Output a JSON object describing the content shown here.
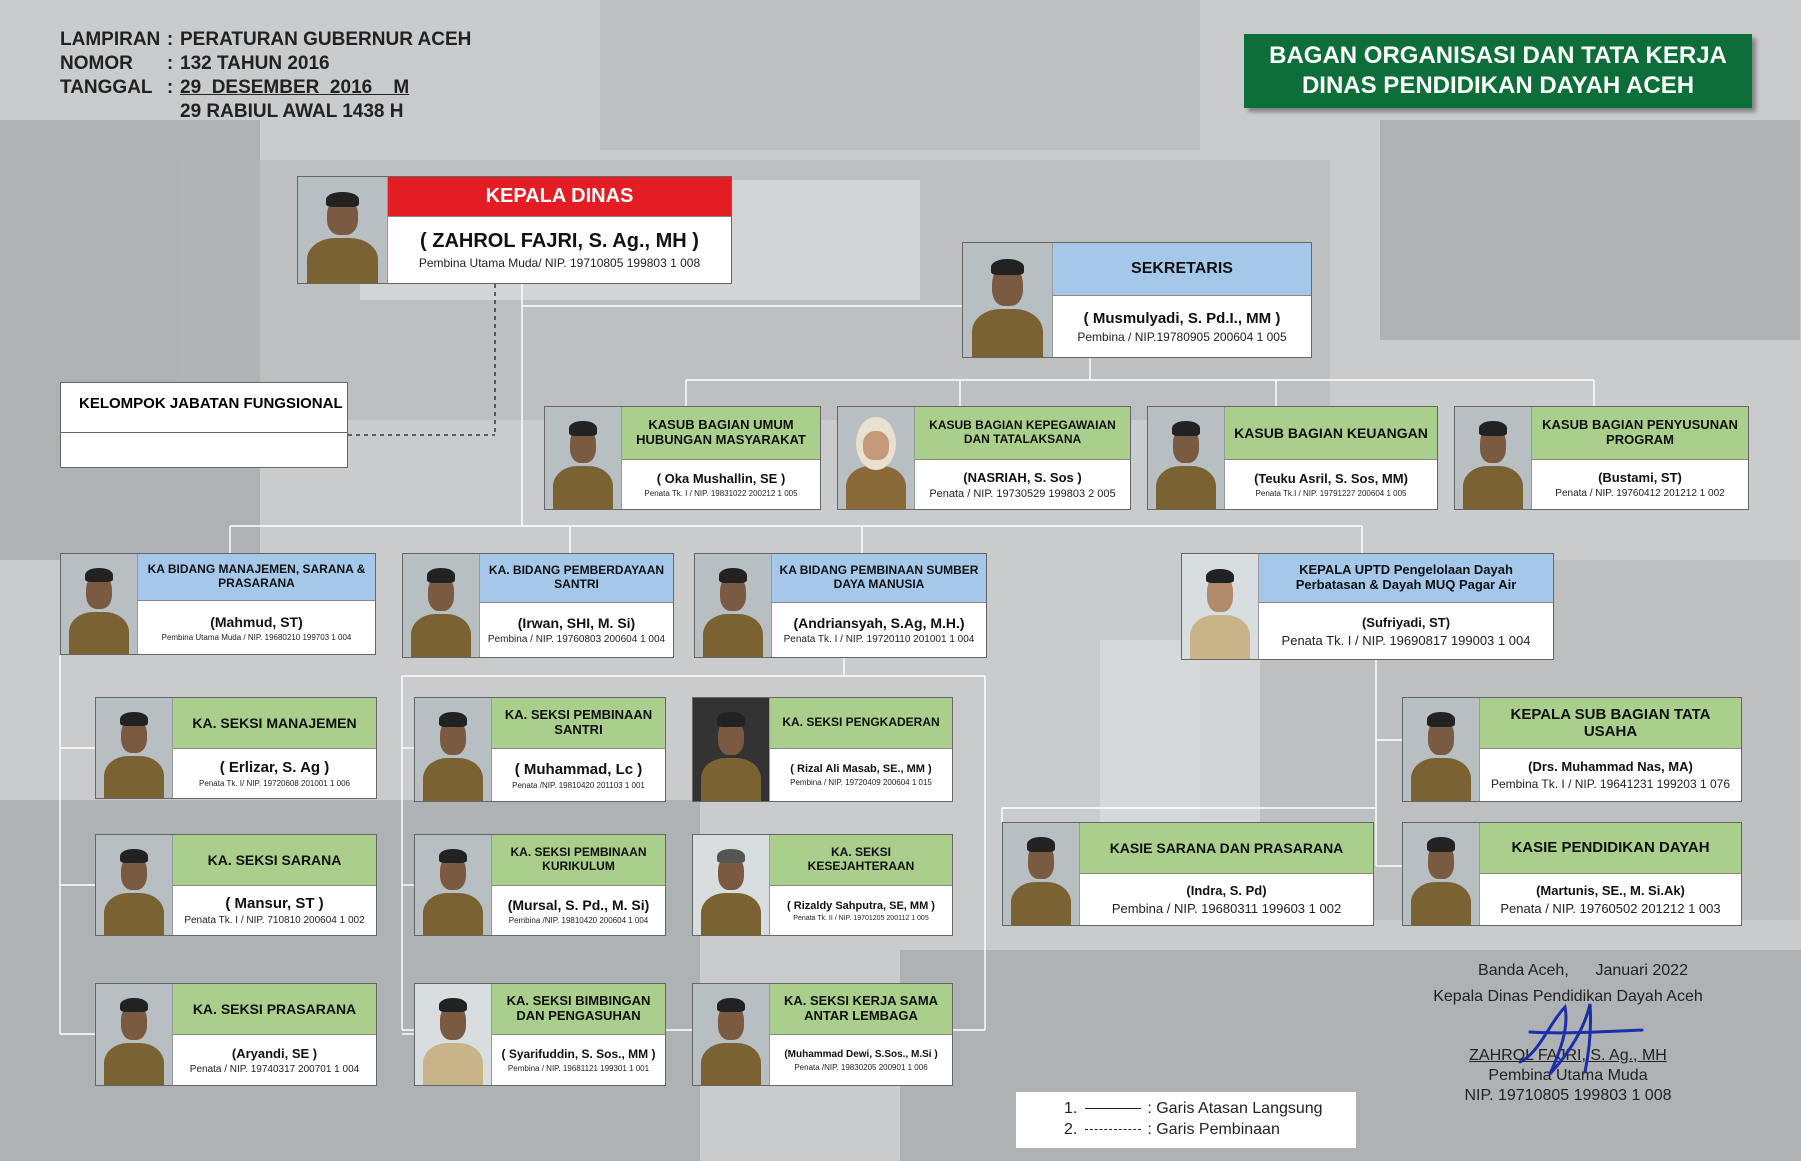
{
  "header": {
    "lampiran_key": "LAMPIRAN",
    "lampiran_val": "PERATURAN GUBERNUR ACEH",
    "nomor_key": "NOMOR",
    "nomor_val": "132 TAHUN 2016",
    "tanggal_key": "TANGGAL",
    "tanggal_val": "29  DESEMBER  2016    M",
    "tanggal_hijri": "29 RABIUL AWAL 1438 H",
    "colon": ":"
  },
  "title": {
    "line1": "BAGAN ORGANISASI DAN TATA KERJA",
    "line2": "DINAS PENDIDIKAN DAYAH ACEH"
  },
  "fungsional": {
    "label": "KELOMPOK JABATAN FUNGSIONAL"
  },
  "units": {
    "kepala": {
      "label": "KEPALA DINAS",
      "name": "( ZAHROL FAJRI, S. Ag., MH )",
      "nip": "Pembina Utama Muda/ NIP. 19710805 199803 1 008"
    },
    "sekretaris": {
      "label": "SEKRETARIS",
      "name": "( Musmulyadi, S. Pd.I., MM )",
      "nip": "Pembina  / NIP.19780905 200604 1 005"
    },
    "umum": {
      "label": "KASUB BAGIAN UMUM HUBUNGAN MASYARAKAT",
      "name": "( Oka Mushallin, SE )",
      "nip": "Penata Tk. I  / NIP. 19831022 200212 1 005"
    },
    "kepegawaian": {
      "label": "KASUB BAGIAN KEPEGAWAIAN DAN TATALAKSANA",
      "name": "(NASRIAH, S. Sos )",
      "nip": "Penata / NIP. 19730529 199803 2 005"
    },
    "keuangan": {
      "label": "KASUB BAGIAN KEUANGAN",
      "name": "(Teuku Asril, S. Sos, MM)",
      "nip": "Penata Tk.I / NIP. 19791227 200604 1 005"
    },
    "program": {
      "label": "KASUB BAGIAN PENYUSUNAN PROGRAM",
      "name": "(Bustami, ST)",
      "nip": "Penata /  NIP. 19760412 201212 1 002"
    },
    "manajemen": {
      "label": "KA BIDANG MANAJEMEN, SARANA & PRASARANA",
      "name": "(Mahmud, ST)",
      "nip": "Pembina Utama Muda / NIP. 19680210 199703 1 004"
    },
    "pemberdayaan": {
      "label": "KA. BIDANG PEMBERDAYAAN SANTRI",
      "name": "(Irwan, SHI, M. Si)",
      "nip": "Pembina /  NIP. 19760803 200604 1 004"
    },
    "sdm": {
      "label": "KA BIDANG PEMBINAAN SUMBER DAYA MANUSIA",
      "name": "(Andriansyah, S.Ag, M.H.)",
      "nip": "Penata Tk. I  / NIP. 19720110 201001 1 004"
    },
    "uptd": {
      "label": "KEPALA UPTD Pengelolaan Dayah Perbatasan & Dayah MUQ Pagar Air",
      "name": "(Sufriyadi, ST)",
      "nip": "Penata Tk. I / NIP. 19690817 199003 1 004"
    },
    "s_manajemen": {
      "label": "KA. SEKSI MANAJEMEN",
      "name": "( Erlizar, S. Ag )",
      "nip": "Penata Tk. I/  NIP. 19720608 201001 1 006"
    },
    "s_sarana": {
      "label": "KA. SEKSI SARANA",
      "name": "( Mansur, ST )",
      "nip": "Penata Tk. I / NIP. 710810 200604 1 002"
    },
    "s_prasarana": {
      "label": "KA. SEKSI PRASARANA",
      "name": "(Aryandi, SE )",
      "nip": "Penata / NIP. 19740317 200701 1 004"
    },
    "s_santri": {
      "label": "KA. SEKSI PEMBINAAN SANTRI",
      "name": "( Muhammad, Lc )",
      "nip": "Penata  /NIP. 19810420 201103 1 001"
    },
    "s_kurikulum": {
      "label": "KA. SEKSI PEMBINAAN KURIKULUM",
      "name": "(Mursal, S. Pd., M. Si)",
      "nip": "Pembina /NIP. 19810420 200604 1 004"
    },
    "s_bimbingan": {
      "label": "KA. SEKSI BIMBINGAN DAN PENGASUHAN",
      "name": "( Syarifuddin, S. Sos., MM )",
      "nip": "Pembina / NIP. 19681121 199301 1 001"
    },
    "s_pengkaderan": {
      "label": "KA. SEKSI PENGKADERAN",
      "name": "( Rizal Ali Masab, SE., MM )",
      "nip": "Pembina / NIP. 19720409 200604 1 015"
    },
    "s_kesejahteraan": {
      "label": "KA. SEKSI KESEJAHTERAAN",
      "name": "( Rizaldy Sahputra, SE, MM )",
      "nip": "Penata Tk. II / NIP. 19701205 200112 1 005"
    },
    "s_kerjasama": {
      "label": "KA. SEKSI KERJA SAMA ANTAR LEMBAGA",
      "name": "(Muhammad Dewi, S.Sos., M.Si )",
      "nip": "Penata /NIP. 19830205 200901 1 006"
    },
    "tatausaha": {
      "label": "KEPALA SUB BAGIAN TATA USAHA",
      "name": "(Drs. Muhammad Nas, MA)",
      "nip": "Pembina Tk. I / NIP. 19641231 199203 1 076"
    },
    "k_sarana": {
      "label": "KASIE SARANA DAN PRASARANA",
      "name": "(Indra, S. Pd)",
      "nip": "Pembina / NIP. 19680311 199603 1 002"
    },
    "k_pendidikan": {
      "label": "KASIE PENDIDIKAN DAYAH",
      "name": "(Martunis, SE., M. Si.Ak)",
      "nip": "Penata / NIP. 19760502 201212 1 003"
    }
  },
  "signature": {
    "place": "Banda Aceh,",
    "date": "Januari 2022",
    "position": "Kepala Dinas Pendidikan Dayah Aceh",
    "name": "ZAHROL FAJRI, S. Ag., MH",
    "rank": "Pembina Utama Muda",
    "nip": "NIP. 19710805 199803 1 008",
    "ink_color": "#1a2fa8"
  },
  "legend": {
    "item1_num": "1.",
    "item1_text": ": Garis Atasan Langsung",
    "item2_num": "2.",
    "item2_text": ": Garis Pembinaan"
  },
  "colors": {
    "title_bg": "#0e6e3a",
    "head_label": "#e31d23",
    "blue_label": "#a5c8ea",
    "green_label": "#aacf8c"
  }
}
